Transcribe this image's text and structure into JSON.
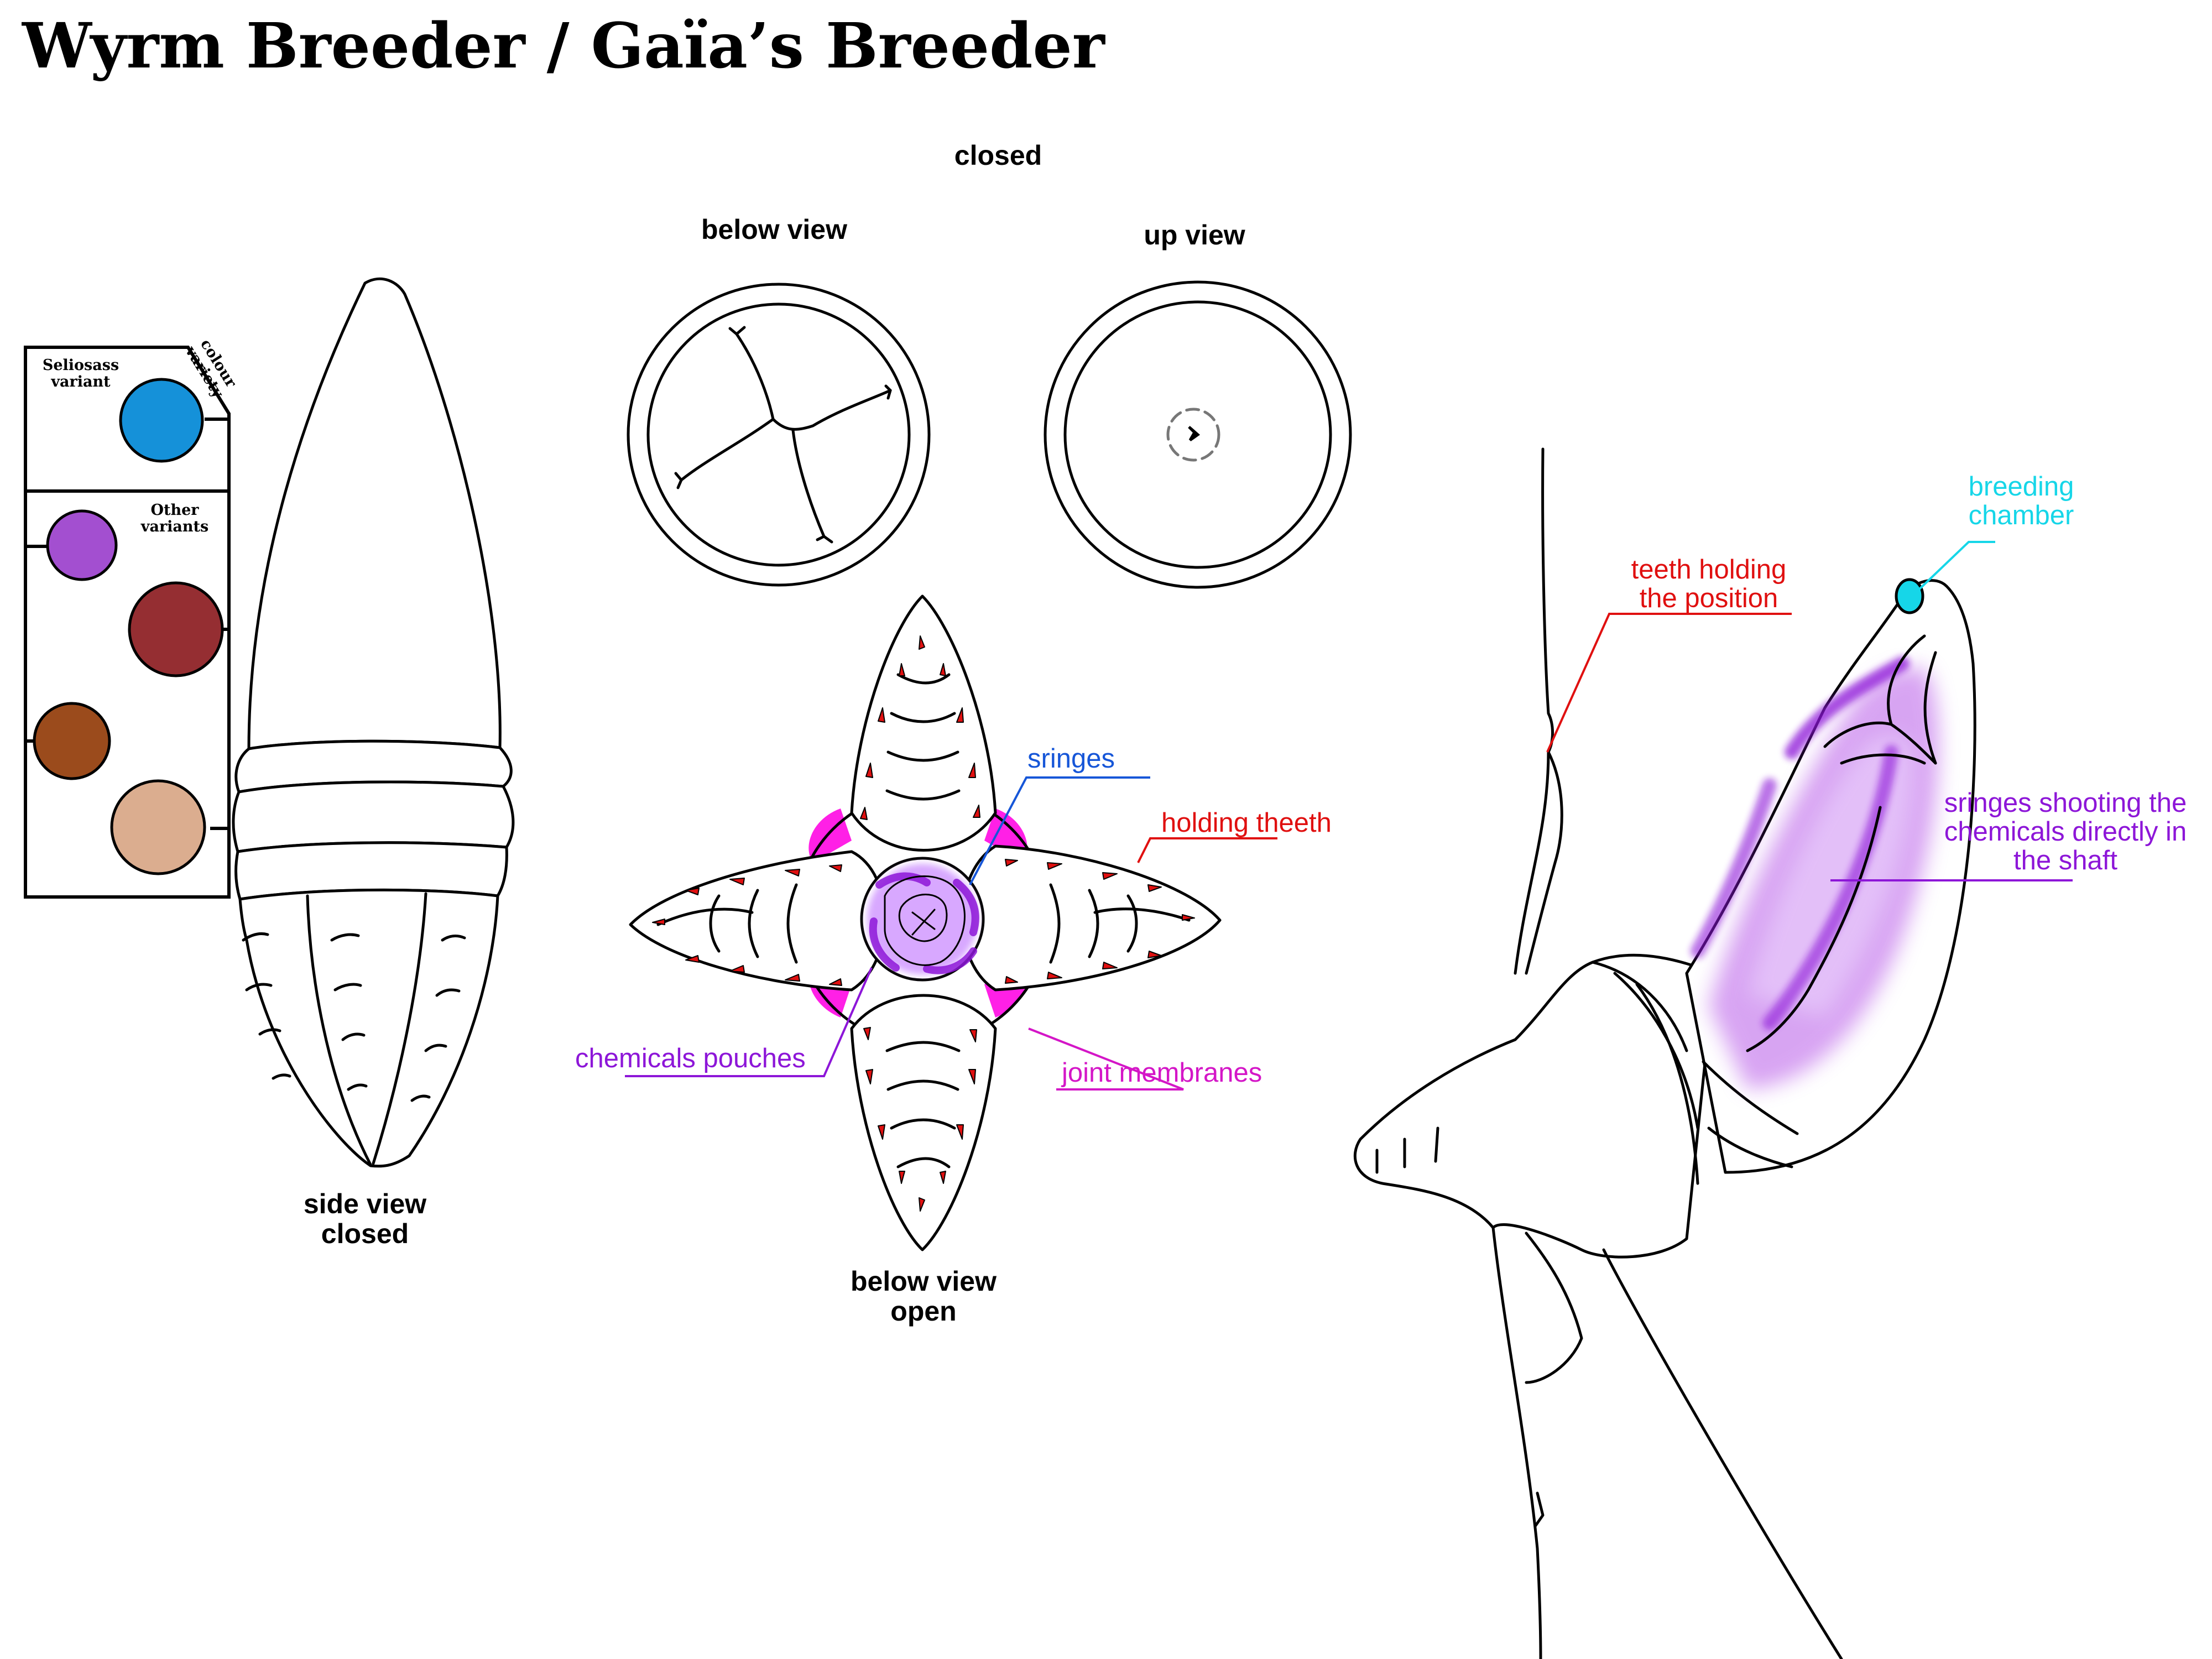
{
  "title": "Wyrm Breeder / Gaïa’s Breeder",
  "palette": {
    "seliosass_label": "Seliosass variant",
    "colour_variety_label": "colour variety",
    "other_label": "Other variants",
    "colors": {
      "seliosass": "#1591d9",
      "purple": "#a34fd0",
      "red": "#952e32",
      "brown": "#9b4b1c",
      "tan": "#dbad8f"
    }
  },
  "views": {
    "side_view": "side view closed",
    "closed_header": "closed",
    "below_view": "below view",
    "up_view": "up view",
    "below_open": "below view open"
  },
  "annotations": {
    "sringes": "sringes",
    "holding_teeth": "holding theeth",
    "chemical_pouches": "chemicals pouches",
    "joint_membranes": "joint membranes",
    "teeth_holding": "teeth holding the position",
    "breeding_chamber": "breeding chamber",
    "sringes_shooting": "sringes shooting the chemicals directly in the shaft"
  },
  "colors": {
    "blue_label": "#1656d8",
    "red_label": "#e01010",
    "purple_label": "#8d16d8",
    "magenta_label": "#d416c7",
    "cyan_label": "#16d6e8"
  }
}
